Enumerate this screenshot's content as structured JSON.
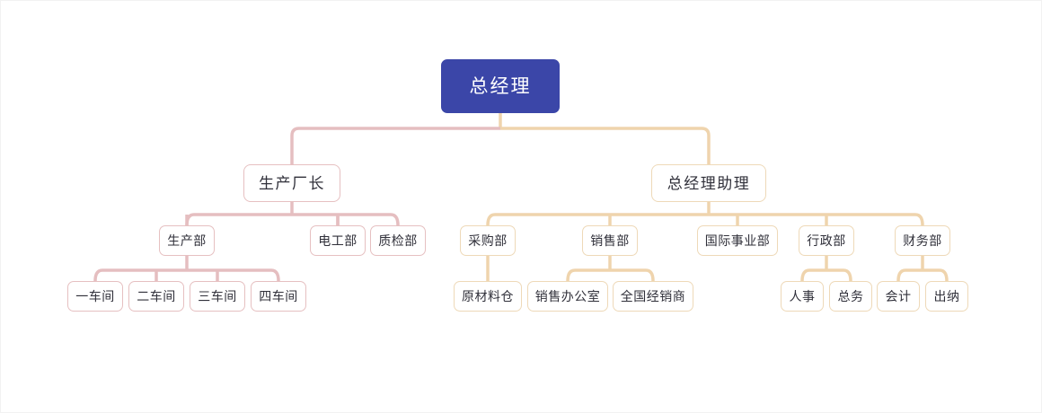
{
  "chart_data": {
    "type": "diagram",
    "title": "",
    "diagram_kind": "organization-chart",
    "orientation": "top-down",
    "colors": {
      "root_fill": "#3b46a8",
      "root_text": "#ffffff",
      "node_fill": "#ffffff",
      "node_text": "#30303a",
      "left_branch_edge": "#e5bec0",
      "right_branch_edge": "#efd4ad",
      "left_branch_border": "#e6c0c1",
      "right_branch_border": "#eed9b8",
      "canvas_bg": "#ffffff"
    },
    "levels": 4,
    "node_count": 21,
    "nodes": [
      {
        "id": "n0",
        "label": "总经理",
        "level": 0,
        "branch": "root",
        "parent": null
      },
      {
        "id": "n1",
        "label": "生产厂长",
        "level": 1,
        "branch": "left",
        "parent": "n0"
      },
      {
        "id": "n2",
        "label": "总经理助理",
        "level": 1,
        "branch": "right",
        "parent": "n0"
      },
      {
        "id": "n3",
        "label": "生产部",
        "level": 2,
        "branch": "left",
        "parent": "n1"
      },
      {
        "id": "n4",
        "label": "电工部",
        "level": 2,
        "branch": "left",
        "parent": "n1"
      },
      {
        "id": "n5",
        "label": "质检部",
        "level": 2,
        "branch": "left",
        "parent": "n1"
      },
      {
        "id": "n6",
        "label": "一车间",
        "level": 3,
        "branch": "left",
        "parent": "n3"
      },
      {
        "id": "n7",
        "label": "二车间",
        "level": 3,
        "branch": "left",
        "parent": "n3"
      },
      {
        "id": "n8",
        "label": "三车间",
        "level": 3,
        "branch": "left",
        "parent": "n3"
      },
      {
        "id": "n9",
        "label": "四车间",
        "level": 3,
        "branch": "left",
        "parent": "n3"
      },
      {
        "id": "n10",
        "label": "采购部",
        "level": 2,
        "branch": "right",
        "parent": "n2"
      },
      {
        "id": "n11",
        "label": "销售部",
        "level": 2,
        "branch": "right",
        "parent": "n2"
      },
      {
        "id": "n12",
        "label": "国际事业部",
        "level": 2,
        "branch": "right",
        "parent": "n2"
      },
      {
        "id": "n13",
        "label": "行政部",
        "level": 2,
        "branch": "right",
        "parent": "n2"
      },
      {
        "id": "n14",
        "label": "财务部",
        "level": 2,
        "branch": "right",
        "parent": "n2"
      },
      {
        "id": "n15",
        "label": "原材料仓",
        "level": 3,
        "branch": "right",
        "parent": "n10"
      },
      {
        "id": "n16",
        "label": "销售办公室",
        "level": 3,
        "branch": "right",
        "parent": "n11"
      },
      {
        "id": "n17",
        "label": "全国经销商",
        "level": 3,
        "branch": "right",
        "parent": "n11"
      },
      {
        "id": "n18",
        "label": "人事",
        "level": 3,
        "branch": "right",
        "parent": "n13"
      },
      {
        "id": "n19",
        "label": "总务",
        "level": 3,
        "branch": "right",
        "parent": "n13"
      },
      {
        "id": "n20",
        "label": "会计",
        "level": 3,
        "branch": "right",
        "parent": "n14"
      },
      {
        "id": "n21",
        "label": "出纳",
        "level": 3,
        "branch": "right",
        "parent": "n14"
      }
    ]
  },
  "chart": {
    "root": {
      "label": "总经理"
    },
    "level1": [
      {
        "label": "生产厂长"
      },
      {
        "label": "总经理助理"
      }
    ],
    "level2_left": [
      {
        "label": "生产部"
      },
      {
        "label": "电工部"
      },
      {
        "label": "质检部"
      }
    ],
    "level3_left": [
      {
        "label": "一车间"
      },
      {
        "label": "二车间"
      },
      {
        "label": "三车间"
      },
      {
        "label": "四车间"
      }
    ],
    "level2_right": [
      {
        "label": "采购部"
      },
      {
        "label": "销售部"
      },
      {
        "label": "国际事业部"
      },
      {
        "label": "行政部"
      },
      {
        "label": "财务部"
      }
    ],
    "level3_right": [
      {
        "label": "原材料仓"
      },
      {
        "label": "销售办公室"
      },
      {
        "label": "全国经销商"
      },
      {
        "label": "人事"
      },
      {
        "label": "总务"
      },
      {
        "label": "会计"
      },
      {
        "label": "出纳"
      }
    ]
  }
}
